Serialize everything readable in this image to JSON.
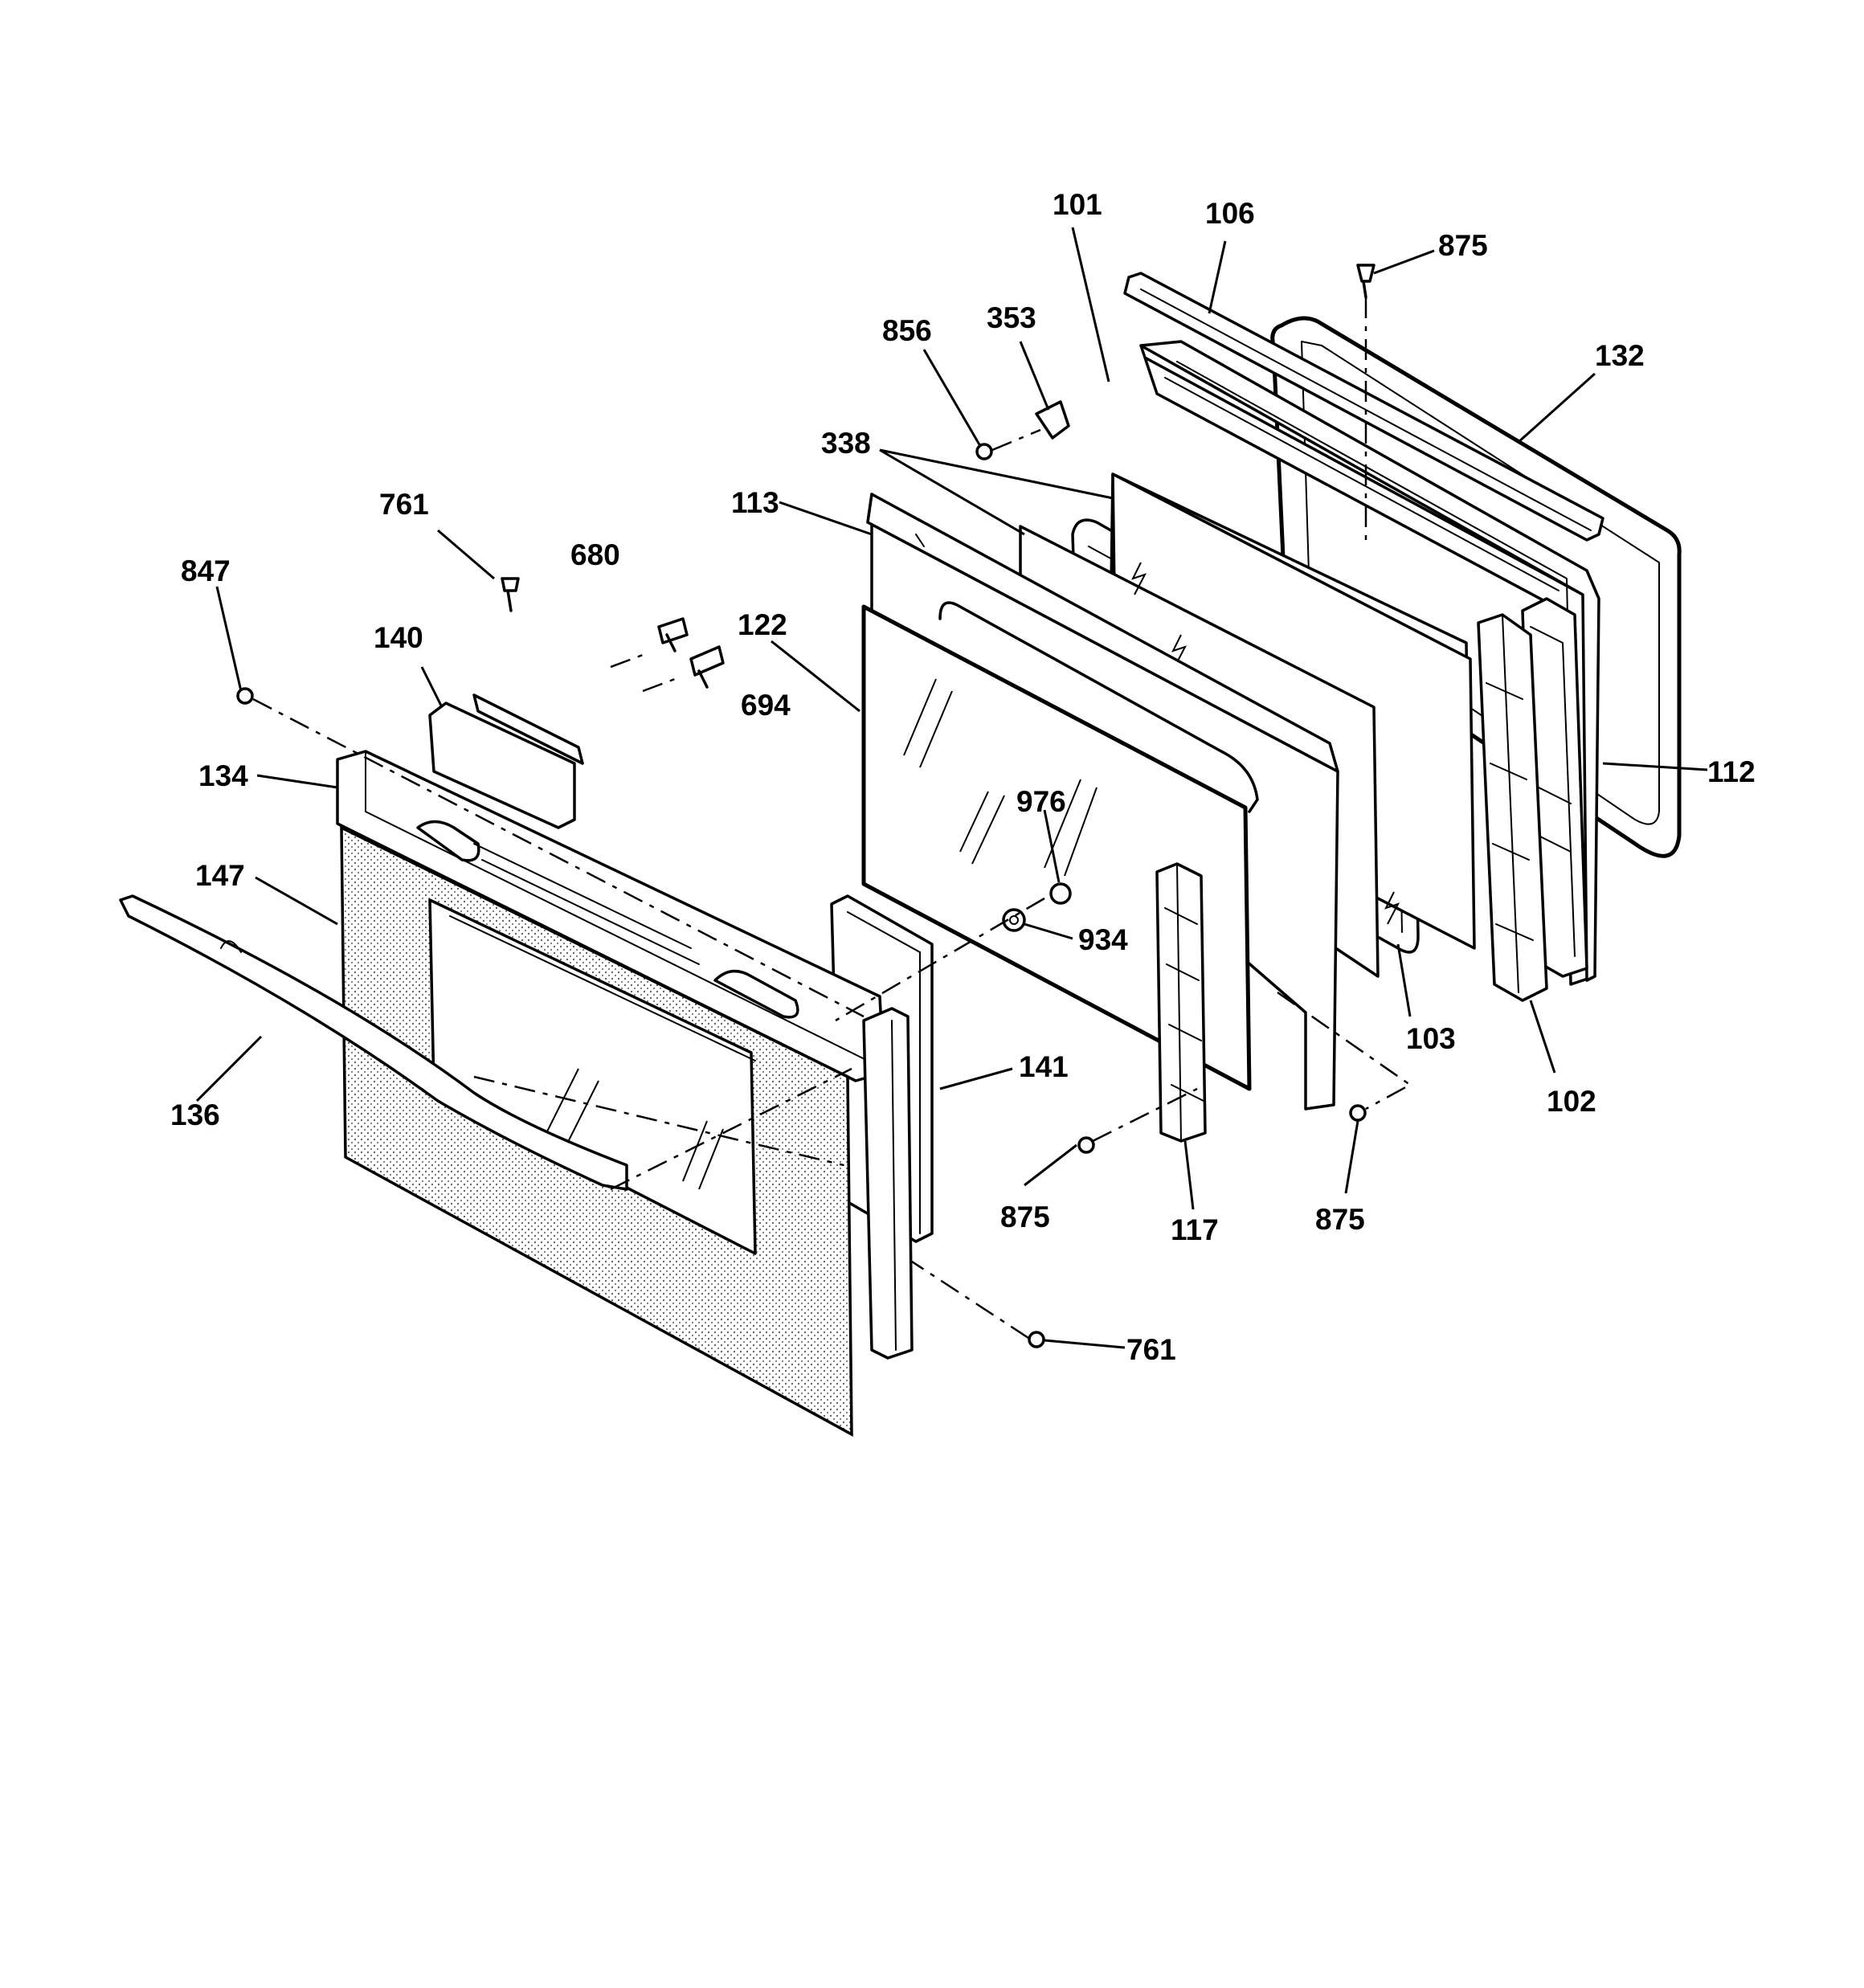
{
  "callouts": [
    {
      "id": "c101",
      "label": "101"
    },
    {
      "id": "c106",
      "label": "106"
    },
    {
      "id": "c875a",
      "label": "875"
    },
    {
      "id": "c132",
      "label": "132"
    },
    {
      "id": "c856",
      "label": "856"
    },
    {
      "id": "c353",
      "label": "353"
    },
    {
      "id": "c338",
      "label": "338"
    },
    {
      "id": "c113",
      "label": "113"
    },
    {
      "id": "c761a",
      "label": "761"
    },
    {
      "id": "c680",
      "label": "680"
    },
    {
      "id": "c847",
      "label": "847"
    },
    {
      "id": "c140",
      "label": "140"
    },
    {
      "id": "c122",
      "label": "122"
    },
    {
      "id": "c694",
      "label": "694"
    },
    {
      "id": "c112",
      "label": "112"
    },
    {
      "id": "c134",
      "label": "134"
    },
    {
      "id": "c976",
      "label": "976"
    },
    {
      "id": "c147",
      "label": "147"
    },
    {
      "id": "c934",
      "label": "934"
    },
    {
      "id": "c103",
      "label": "103"
    },
    {
      "id": "c141",
      "label": "141"
    },
    {
      "id": "c102",
      "label": "102"
    },
    {
      "id": "c136",
      "label": "136"
    },
    {
      "id": "c875b",
      "label": "875"
    },
    {
      "id": "c117",
      "label": "117"
    },
    {
      "id": "c875c",
      "label": "875"
    },
    {
      "id": "c761b",
      "label": "761"
    }
  ]
}
